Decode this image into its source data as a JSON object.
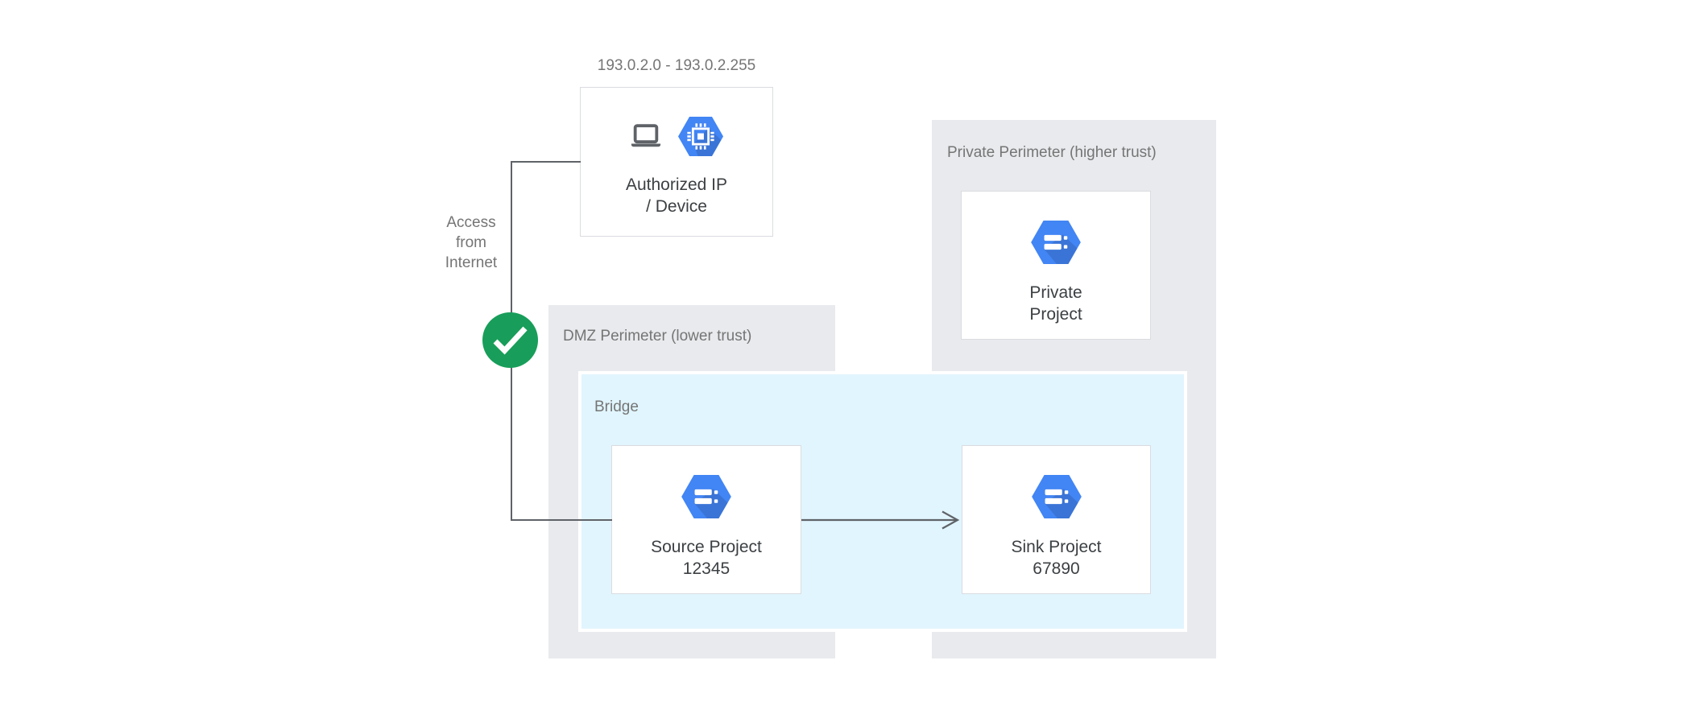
{
  "labels": {
    "ip_range": "193.0.2.0 - 193.0.2.255",
    "access": {
      "line1": "Access",
      "line2": "from",
      "line3": "Internet"
    }
  },
  "perimeters": {
    "dmz": {
      "label": "DMZ Perimeter (lower trust)"
    },
    "bridge": {
      "label": "Bridge"
    },
    "private": {
      "label": "Private Perimeter (higher trust)"
    }
  },
  "nodes": {
    "authorized": {
      "line1": "Authorized IP",
      "line2": "/ Device"
    },
    "source": {
      "line1": "Source Project",
      "line2": "12345"
    },
    "sink": {
      "line1": "Sink Project",
      "line2": "67890"
    },
    "private_project": {
      "line1": "Private",
      "line2": "Project"
    }
  },
  "icons": {
    "laptop": "laptop-icon",
    "device_hexagon": "hexagon-chip-icon",
    "project_hexagon": "hexagon-project-icon",
    "check": "check-circle-icon",
    "arrow": "arrow-right-icon"
  },
  "colors": {
    "background": "#FFFFFF",
    "perimeter_gray": "#E8EAED",
    "bridge_blue": "#E1F5FE",
    "hexagon_blue": "#4285F4",
    "check_green": "#189E5A",
    "line_gray": "#5F6368",
    "icon_gray": "#5F6368",
    "label_gray": "#757575",
    "text_dark": "#3C4043",
    "box_border": "#DADCE0"
  }
}
